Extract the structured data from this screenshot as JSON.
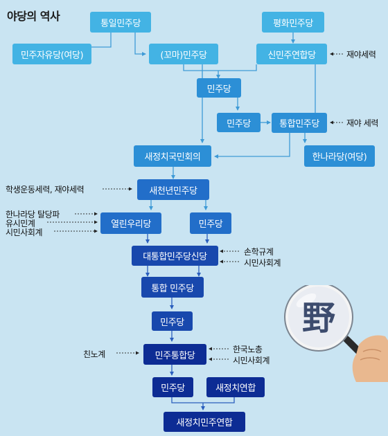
{
  "title": "야당의 역사",
  "nodes": {
    "tongil": "통일민주당",
    "pyeonghwa": "평화민주당",
    "minjayu": "민주자유당(여당)",
    "kkoma": "(꼬마)민주당",
    "sinmin": "신민주연합당",
    "minjoo1": "민주당",
    "minjoo2": "민주당",
    "tonghap1": "통합민주당",
    "saejeongchi": "새정치국민회의",
    "hannara": "한나라당(여당)",
    "saecheonnyeon": "새천년민주당",
    "yeollin": "열린우리당",
    "minjoo3": "민주당",
    "daetonghap": "대통합민주당신당",
    "tonghap2": "통합 민주당",
    "minjoo4": "민주당",
    "minjootonghap": "민주통합당",
    "minjoo5": "민주당",
    "saejeongchiyeonhap": "새정치연합",
    "saejeongchiminjoo": "새정치민주연합"
  },
  "notes": {
    "jaeya1": "재야세력",
    "jaeya2": "재야 세력",
    "haksaeng": "학생운동세력, 재야세력",
    "hannara_exit": "한나라당 탈당파",
    "yusimin": "유시민계",
    "simin1": "시민사회계",
    "sohakgyu": "손학규계",
    "simin2": "시민사회계",
    "chinno": "친노계",
    "hanguknochong": "한국노총",
    "simin3": "시민사회계"
  },
  "magnifier": {
    "glyph": "野"
  },
  "colors": {
    "background": "#c9e4f2",
    "level1": "#43b3e4",
    "level2": "#2c8fd6",
    "level3": "#226ec9",
    "level4": "#1848ad",
    "level5": "#0d2c94",
    "connector": "#3e9ad6"
  }
}
